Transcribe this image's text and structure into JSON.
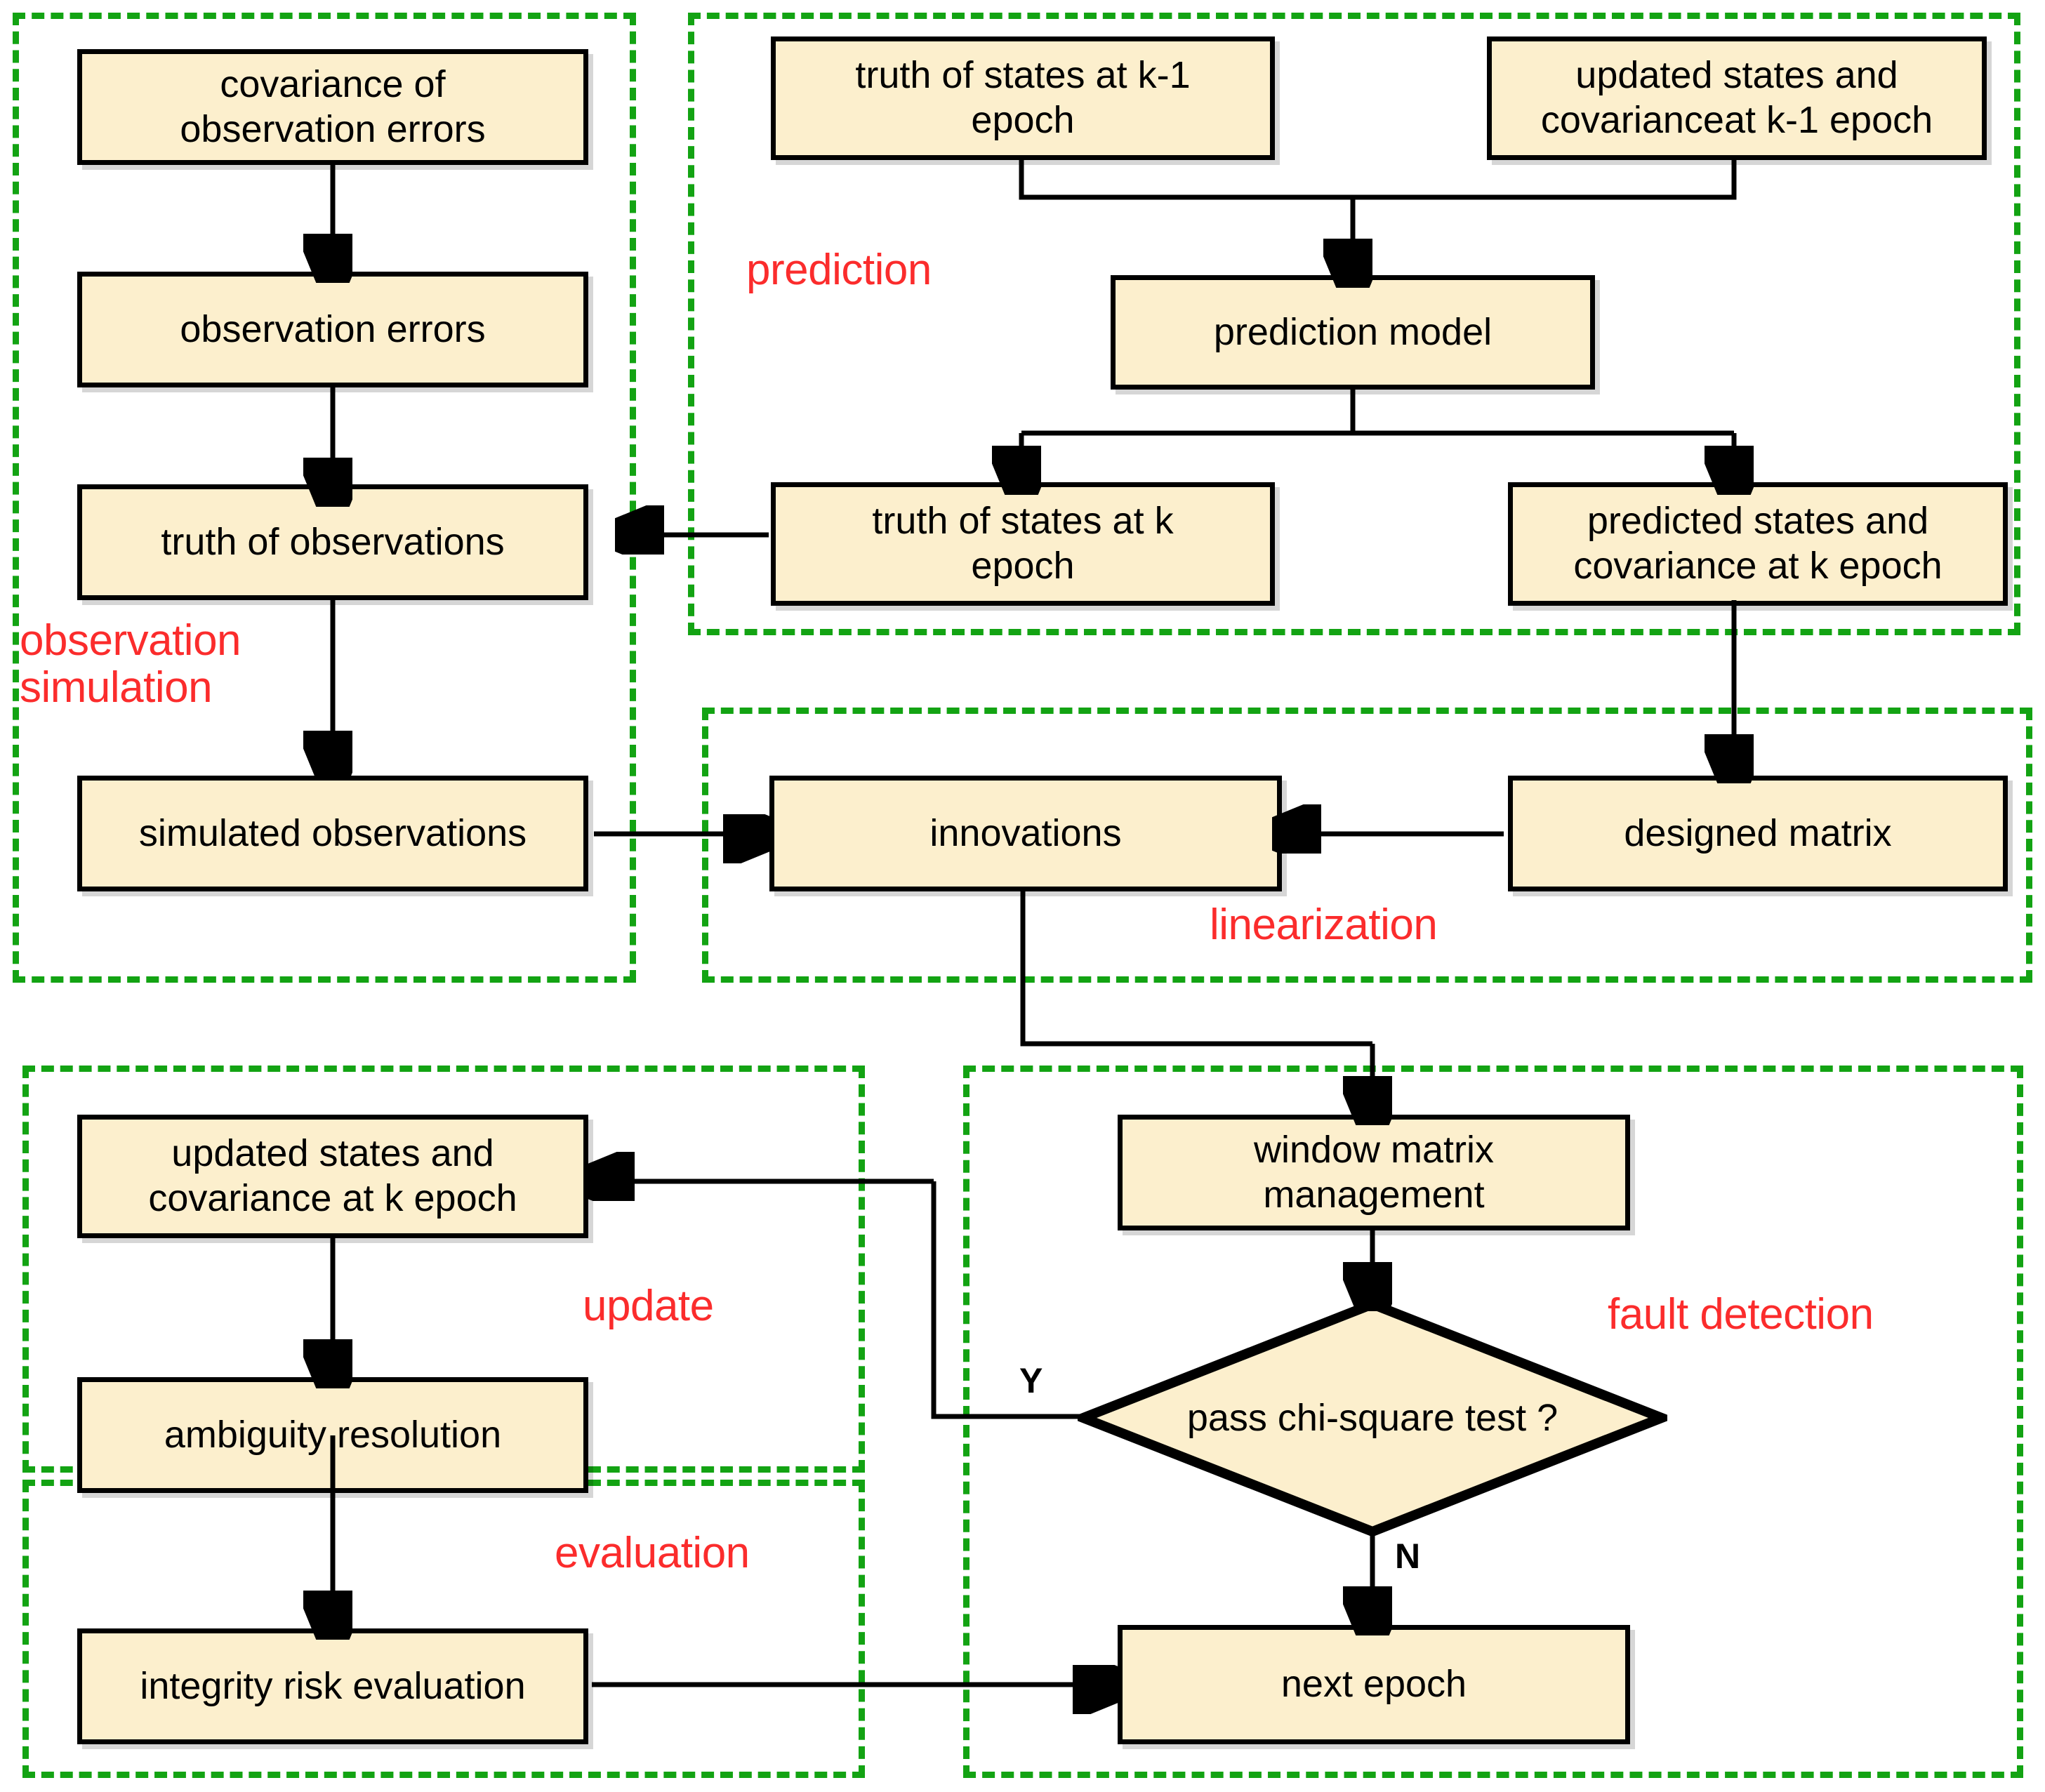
{
  "diagram": {
    "title": "GNSS integrity simulation and fault-detection flowchart",
    "palette": {
      "node_fill": "#FCEFCD",
      "node_border": "#000000",
      "group_border": "#13A313",
      "group_label": "#FB2C2C",
      "background": "#FFFFFF"
    }
  },
  "groups": [
    {
      "id": "observation-simulation",
      "label": "observation\nsimulation"
    },
    {
      "id": "prediction",
      "label": "prediction"
    },
    {
      "id": "linearization",
      "label": "linearization"
    },
    {
      "id": "update",
      "label": "update"
    },
    {
      "id": "evaluation",
      "label": "evaluation"
    },
    {
      "id": "fault-detection",
      "label": "fault detection"
    }
  ],
  "nodes": [
    {
      "id": "covariance-of-observation-errors",
      "label": "covariance of\nobservation errors",
      "group": "observation-simulation",
      "shape": "process"
    },
    {
      "id": "observation-errors",
      "label": "observation errors",
      "group": "observation-simulation",
      "shape": "process"
    },
    {
      "id": "truth-of-observations",
      "label": "truth of observations",
      "group": "observation-simulation",
      "shape": "process"
    },
    {
      "id": "simulated-observations",
      "label": "simulated observations",
      "group": "observation-simulation",
      "shape": "process"
    },
    {
      "id": "truth-of-states-at-k-1-epoch",
      "label": "truth of states at k-1\nepoch",
      "group": "prediction",
      "shape": "process"
    },
    {
      "id": "updated-states-and-covarianceat-k-1-epoch",
      "label": "updated states and\ncovarianceat k-1 epoch",
      "group": "prediction",
      "shape": "process"
    },
    {
      "id": "prediction-model",
      "label": "prediction model",
      "group": "prediction",
      "shape": "process"
    },
    {
      "id": "truth-of-states-at-k-epoch",
      "label": "truth of states at k\nepoch",
      "group": "prediction",
      "shape": "process"
    },
    {
      "id": "predicted-states-and-covariance-at-k-epoch",
      "label": "predicted states and\ncovariance at k epoch",
      "group": "prediction",
      "shape": "process"
    },
    {
      "id": "innovations",
      "label": "innovations",
      "group": "linearization",
      "shape": "process"
    },
    {
      "id": "designed-matrix",
      "label": "designed matrix",
      "group": "linearization",
      "shape": "process"
    },
    {
      "id": "updated-states-and-covariance-at-k-epoch",
      "label": "updated states and\ncovariance at k epoch",
      "group": "update",
      "shape": "process"
    },
    {
      "id": "ambiguity-resolution",
      "label": "ambiguity resolution",
      "group": "update",
      "shape": "process"
    },
    {
      "id": "integrity-risk-evaluation",
      "label": "integrity risk evaluation",
      "group": "evaluation",
      "shape": "process"
    },
    {
      "id": "window-matrix-management",
      "label": "window matrix\nmanagement",
      "group": "fault-detection",
      "shape": "process"
    },
    {
      "id": "pass-chi-square-test",
      "label": "pass chi-square test ?",
      "group": "fault-detection",
      "shape": "decision"
    },
    {
      "id": "next-epoch",
      "label": "next epoch",
      "group": "fault-detection",
      "shape": "process"
    }
  ],
  "edge_labels": [
    {
      "id": "yes-branch",
      "label": "Y"
    },
    {
      "id": "no-branch",
      "label": "N"
    }
  ],
  "edges": [
    {
      "from": "covariance-of-observation-errors",
      "to": "observation-errors"
    },
    {
      "from": "observation-errors",
      "to": "truth-of-observations"
    },
    {
      "from": "truth-of-observations",
      "to": "simulated-observations"
    },
    {
      "from": "truth-of-states-at-k-1-epoch",
      "to": "prediction-model"
    },
    {
      "from": "updated-states-and-covarianceat-k-1-epoch",
      "to": "prediction-model"
    },
    {
      "from": "prediction-model",
      "to": "truth-of-states-at-k-epoch"
    },
    {
      "from": "prediction-model",
      "to": "predicted-states-and-covariance-at-k-epoch"
    },
    {
      "from": "truth-of-states-at-k-epoch",
      "to": "truth-of-observations"
    },
    {
      "from": "predicted-states-and-covariance-at-k-epoch",
      "to": "designed-matrix"
    },
    {
      "from": "simulated-observations",
      "to": "innovations"
    },
    {
      "from": "designed-matrix",
      "to": "innovations"
    },
    {
      "from": "innovations",
      "to": "window-matrix-management"
    },
    {
      "from": "window-matrix-management",
      "to": "pass-chi-square-test"
    },
    {
      "from": "pass-chi-square-test",
      "to": "updated-states-and-covariance-at-k-epoch",
      "label": "Y"
    },
    {
      "from": "pass-chi-square-test",
      "to": "next-epoch",
      "label": "N"
    },
    {
      "from": "updated-states-and-covariance-at-k-epoch",
      "to": "ambiguity-resolution"
    },
    {
      "from": "ambiguity-resolution",
      "to": "integrity-risk-evaluation"
    },
    {
      "from": "integrity-risk-evaluation",
      "to": "next-epoch"
    }
  ]
}
